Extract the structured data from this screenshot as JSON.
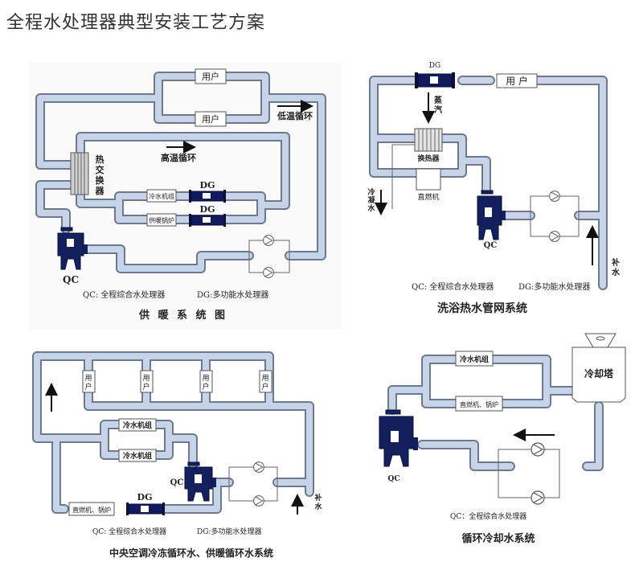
{
  "page_title": "全程水处理器典型安装工艺方案",
  "colors": {
    "pipe_fill": "#c6d3e8",
    "pipe_edge": "#6b7a8c",
    "device_blue": "#14205e",
    "background": "#ffffff"
  },
  "legend": {
    "qc": "QC: 全程综合水处理器",
    "dg": "DG: 多功能水处理器"
  },
  "diagrams": [
    {
      "caption": "供 暖 系 统 图",
      "user1": "用户",
      "user2": "用户",
      "low_temp_loop": "低温循环",
      "high_temp_loop": "高温循环",
      "heat_exchanger": "热交换器",
      "chiller": "冷水机组",
      "boiler": "供暖锅炉",
      "dg1": "DG",
      "dg2": "DG",
      "qc": "QC",
      "legend_qc": "QC: 全程综合水处理器",
      "legend_dg": "DG:多功能水处理器"
    },
    {
      "caption": "洗浴热水管网系统",
      "dg": "DG",
      "user": "用 户",
      "steam": "蒸汽",
      "heat_exchanger": "换热器",
      "direct_fired": "直燃机",
      "condensate": "冷凝水",
      "makeup": "补水",
      "qc": "QC",
      "legend_qc": "QC: 全程综合水处理器",
      "legend_dg": "DG:多功能水处理器"
    },
    {
      "caption": "中央空调冷冻循环水、供暖循环水系统",
      "users": [
        "用户",
        "用户",
        "用户",
        "用户"
      ],
      "chiller1": "冷水机组",
      "chiller2": "冷水机组",
      "direct_fired_boiler": "直燃机、锅炉",
      "dg": "DG",
      "qc": "QC",
      "makeup": "补水",
      "legend_qc": "QC: 全程综合水处理器",
      "legend_dg": "DG:多功能水处理器"
    },
    {
      "caption": "循环冷却水系统",
      "chiller": "冷水机组",
      "direct_fired_boiler": "直燃机、锅炉",
      "cooling_tower": "冷却塔",
      "qc": "QC",
      "legend_qc": "QC：全程综合水处理器"
    }
  ]
}
